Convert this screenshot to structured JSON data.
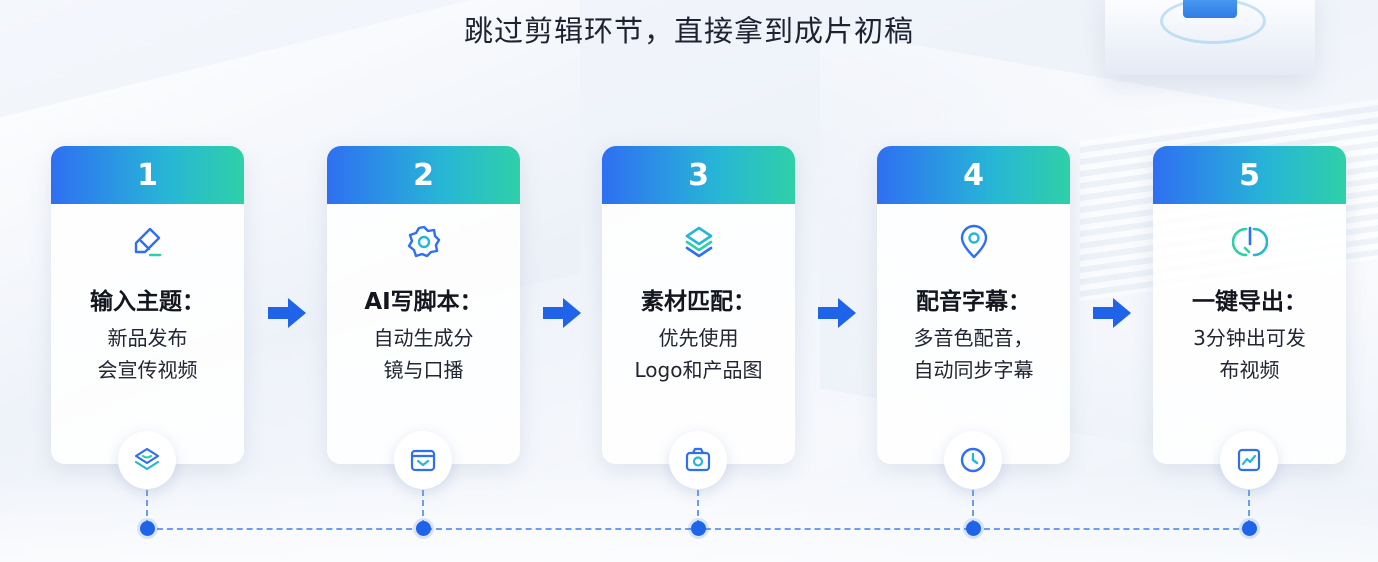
{
  "headline": "跳过剪辑环节，直接拿到成片初稿",
  "colors": {
    "accent_blue": "#2f6ff2",
    "accent_teal": "#2fd0a8",
    "arrow": "#1f63e8",
    "connector": "#6a9ef2"
  },
  "steps": [
    {
      "number": "1",
      "icon": "pen-icon",
      "title": "输入主题：",
      "desc": [
        "新品发布",
        "会宣传视频"
      ],
      "badge_icon": "layers-icon"
    },
    {
      "number": "2",
      "icon": "gear-icon",
      "title": "AI写脚本：",
      "desc": [
        "自动生成分",
        "镜与口播"
      ],
      "badge_icon": "calendar-icon"
    },
    {
      "number": "3",
      "icon": "stack-icon",
      "title": "素材匹配：",
      "desc": [
        "优先使用",
        "Logo和产品图"
      ],
      "badge_icon": "camera-icon"
    },
    {
      "number": "4",
      "icon": "location-pin-icon",
      "title": "配音字幕：",
      "desc": [
        "多音色配音，",
        "自动同步字幕"
      ],
      "badge_icon": "clock-icon"
    },
    {
      "number": "5",
      "icon": "export-icon",
      "title": "一键导出：",
      "desc": [
        "3分钟出可发",
        "布视频"
      ],
      "badge_icon": "chart-icon"
    }
  ]
}
